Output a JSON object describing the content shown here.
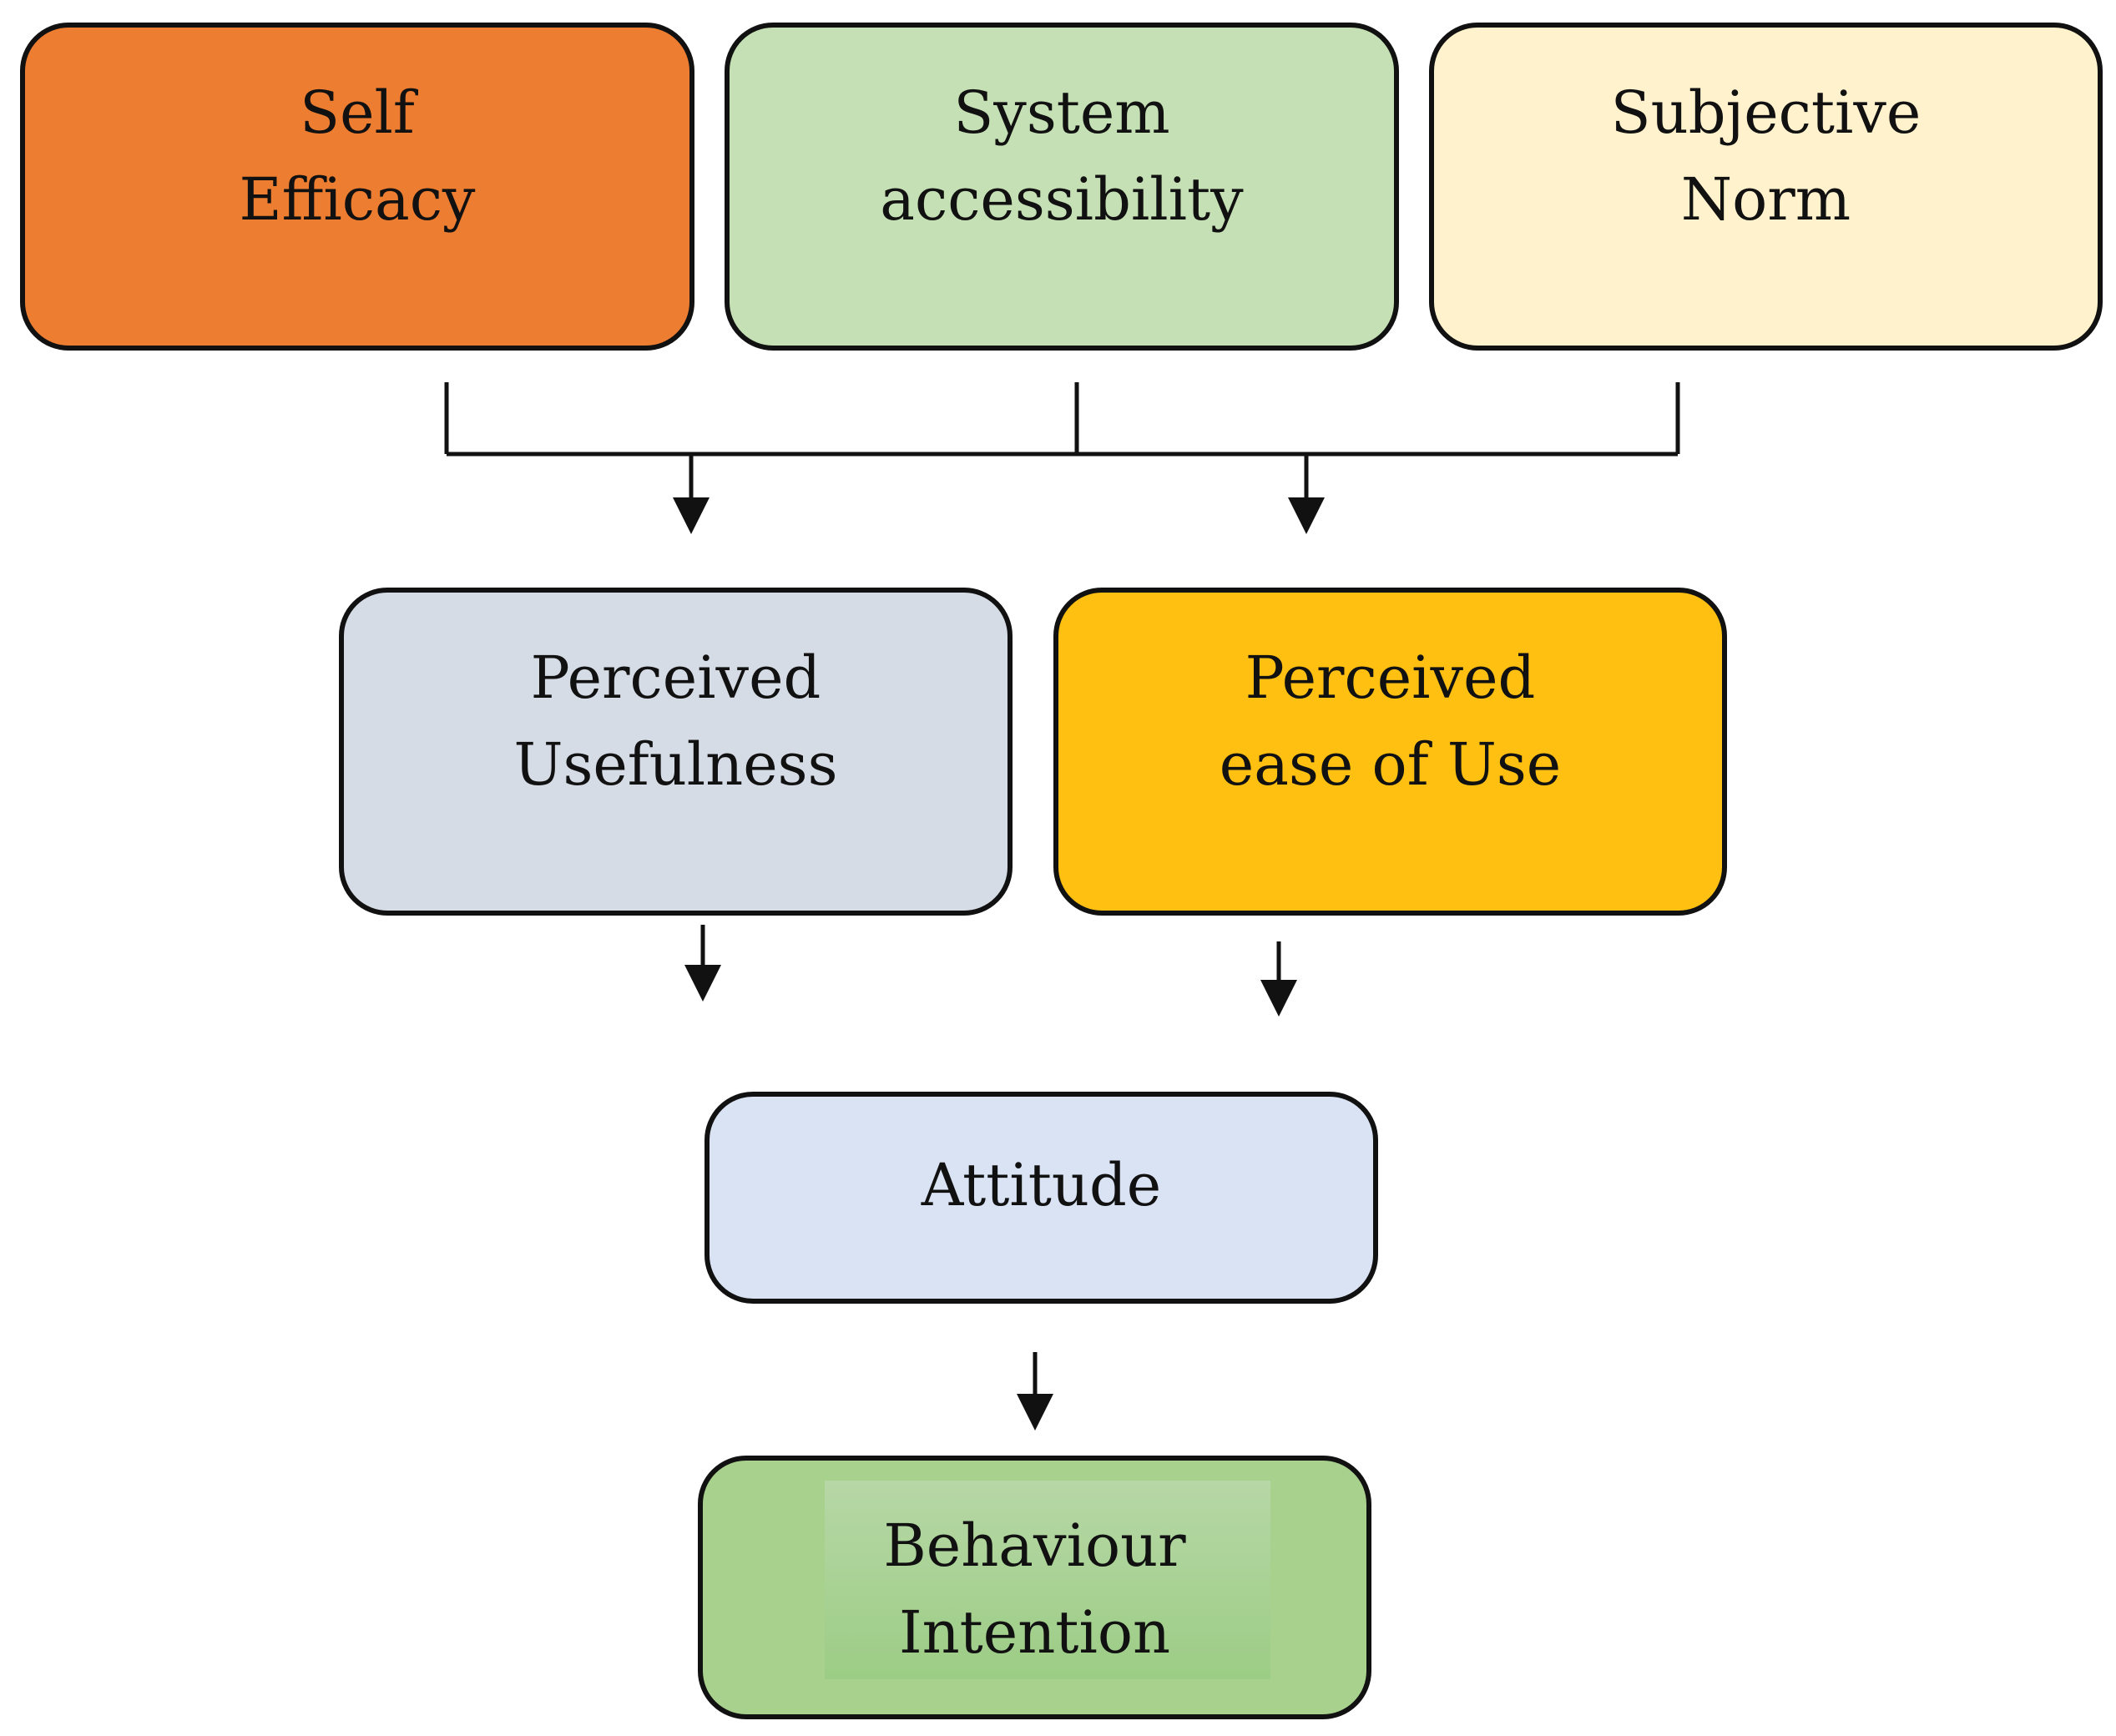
{
  "nodes": {
    "self_efficacy": {
      "lines": [
        "Self",
        "Efficacy"
      ],
      "fill": "#ED7D31"
    },
    "system_accessibility": {
      "lines": [
        "System",
        "accessibility"
      ],
      "fill": "#C5E0B4"
    },
    "subjective_norm": {
      "lines": [
        "Subjective",
        "Norm"
      ],
      "fill": "#FFF2CC"
    },
    "perceived_usefulness": {
      "lines": [
        "Perceived",
        "Usefulness"
      ],
      "fill": "#D6DCE5"
    },
    "perceived_ease_of_use": {
      "lines": [
        "Perceived",
        "ease of Use"
      ],
      "fill": "#FFC012"
    },
    "attitude": {
      "lines": [
        "Attitude"
      ],
      "fill": "#DAE3F3"
    },
    "behaviour_intention": {
      "lines": [
        "Behaviour",
        "Intention"
      ],
      "fill": "#A9D18E"
    }
  },
  "edges": [
    {
      "from": [
        "self_efficacy",
        "system_accessibility",
        "subjective_norm"
      ],
      "to": "perceived_usefulness"
    },
    {
      "from": [
        "self_efficacy",
        "system_accessibility",
        "subjective_norm"
      ],
      "to": "perceived_ease_of_use"
    },
    {
      "from": [
        "perceived_usefulness"
      ],
      "to": "attitude"
    },
    {
      "from": [
        "perceived_ease_of_use"
      ],
      "to": "attitude"
    },
    {
      "from": [
        "attitude"
      ],
      "to": "behaviour_intention"
    }
  ],
  "style": {
    "stroke_color": "#111111",
    "text_color": "#111111"
  }
}
